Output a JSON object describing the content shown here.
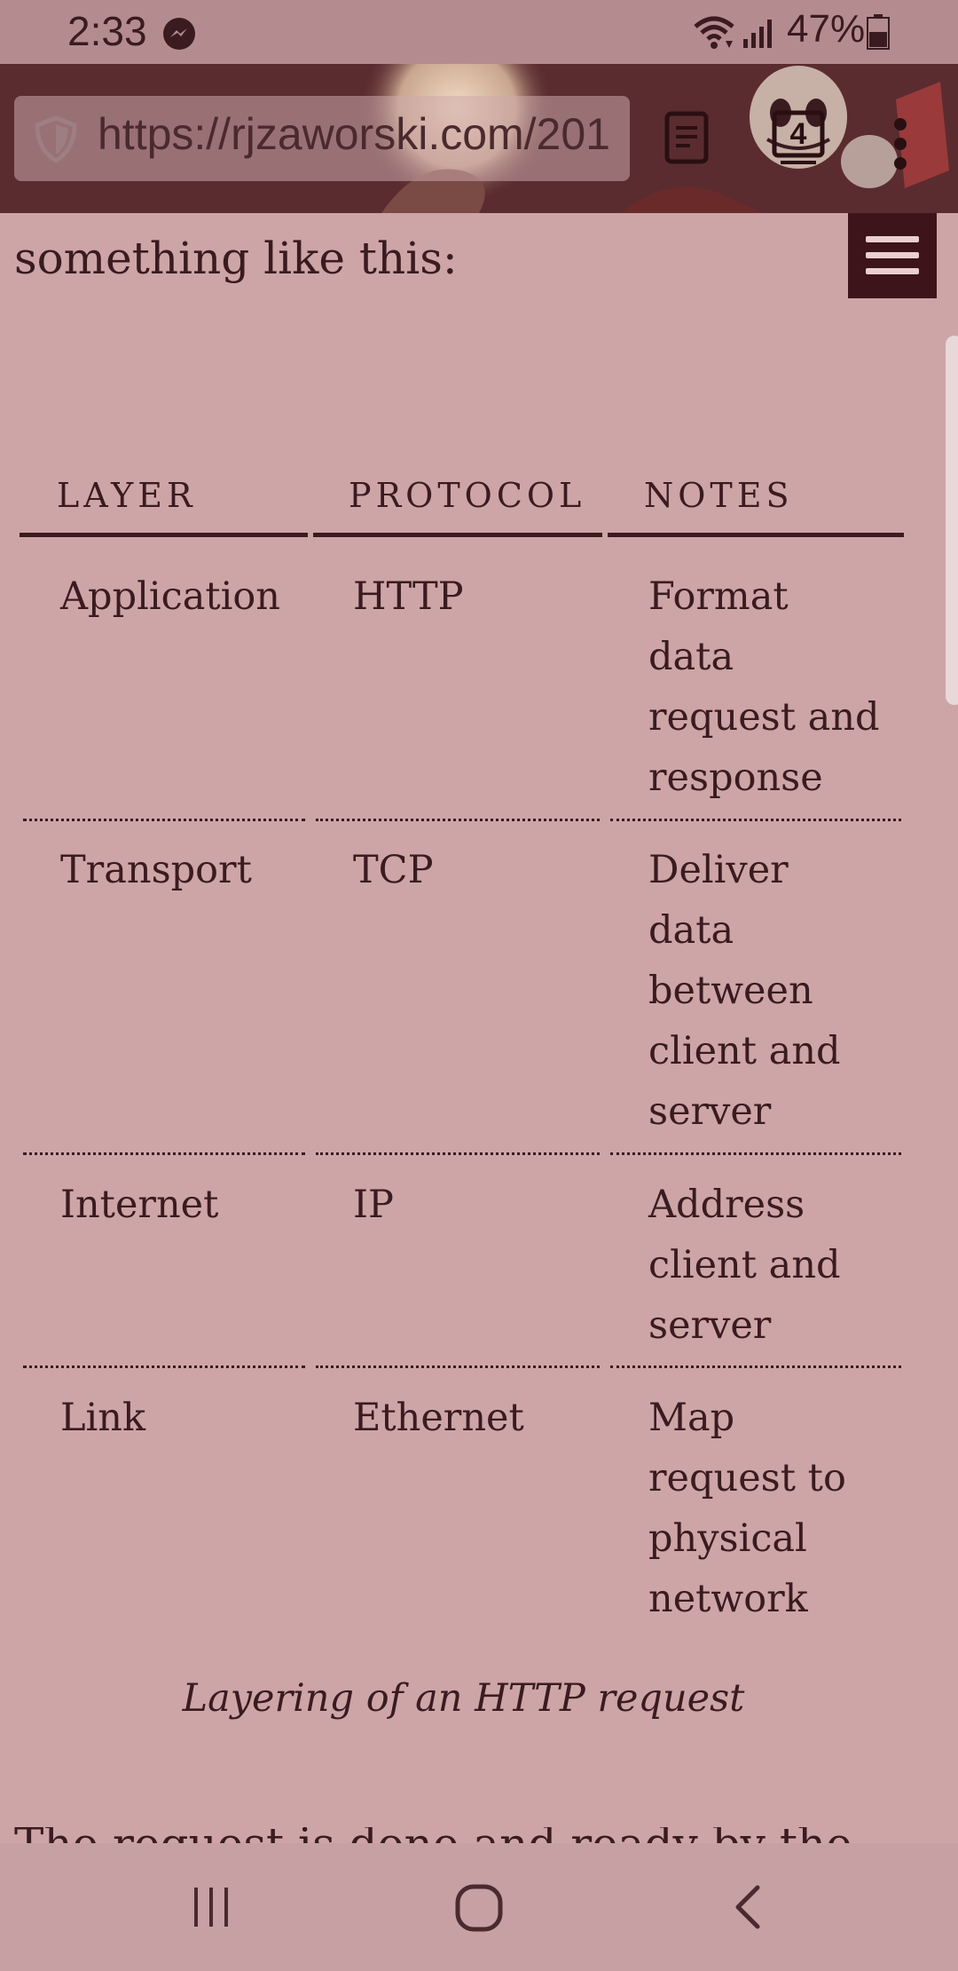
{
  "status_bar": {
    "time": "2:33",
    "battery": "47%"
  },
  "browser": {
    "url": "https://rjzaworski.com/201",
    "tab_count": "4"
  },
  "content": {
    "intro": "something like this:",
    "table": {
      "headers": [
        "LAYER",
        "PROTOCOL",
        "NOTES"
      ],
      "rows": [
        {
          "layer": "Application",
          "protocol": "HTTP",
          "notes": [
            "Format",
            "data",
            "request and",
            "response"
          ]
        },
        {
          "layer": "Transport",
          "protocol": "TCP",
          "notes": [
            "Deliver",
            "data",
            "between",
            "client and",
            "server"
          ]
        },
        {
          "layer": "Internet",
          "protocol": "IP",
          "notes": [
            "Address",
            "client and",
            "server"
          ]
        },
        {
          "layer": "Link",
          "protocol": "Ethernet",
          "notes": [
            "Map",
            "request to",
            "physical",
            "network"
          ]
        }
      ]
    },
    "caption": "Layering of an HTTP request",
    "next_paragraph_partial": "The request is done and ready by the"
  },
  "colors": {
    "page_bg": "#cda5a7",
    "toolbar_bg": "#5a2c30",
    "text": "#3a1b1f",
    "menu_button": "#3c1419"
  }
}
